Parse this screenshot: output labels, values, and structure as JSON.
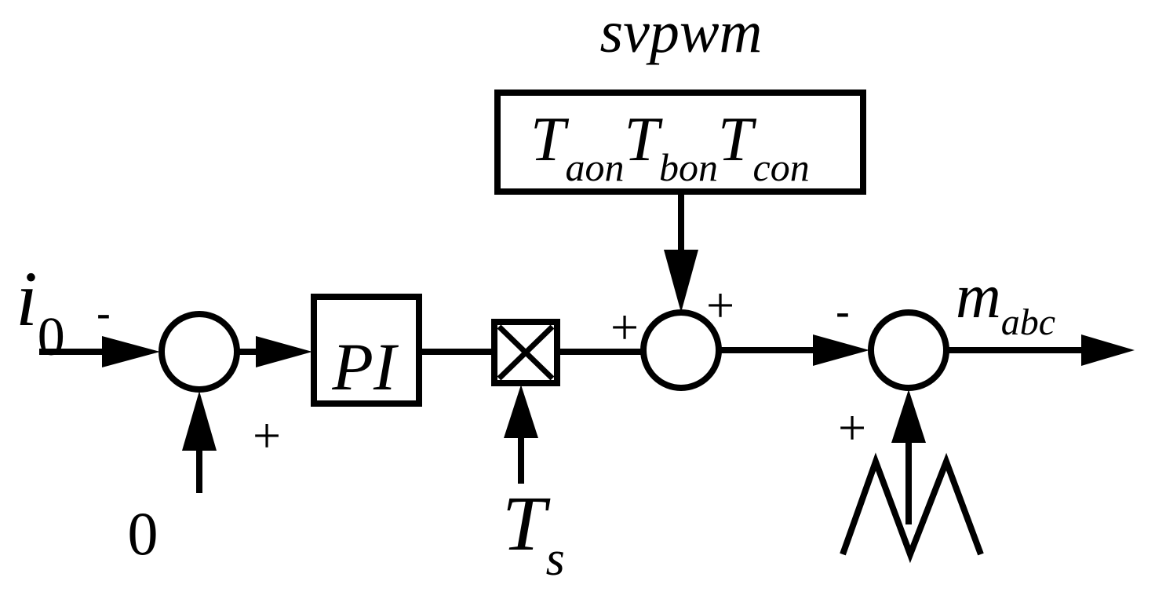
{
  "labels": {
    "svpwm_title": "svpwm",
    "i_main": "i",
    "i_sub": "0",
    "t_main": "T",
    "ts_sub": "s",
    "taon_sub": "aon",
    "tbon_sub": "bon",
    "tcon_sub": "con",
    "pi": "PI",
    "zero": "0",
    "m_main": "m",
    "m_sub": "abc"
  },
  "signs": {
    "sum1_left": "-",
    "sum1_bottom": "+",
    "sum2_left": "+",
    "sum2_top": "+",
    "sum3_left": "-",
    "sum3_bottom": "+"
  },
  "colors": {
    "stroke": "#000000",
    "background": "#ffffff"
  }
}
